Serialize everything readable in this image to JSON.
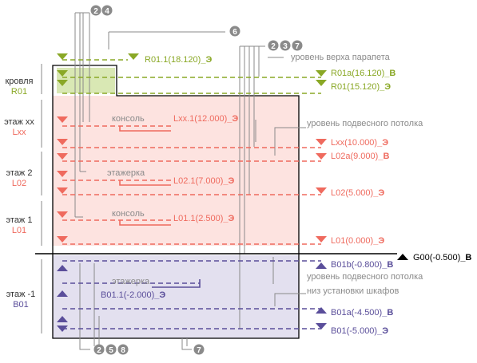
{
  "colors": {
    "green": "#8aa826",
    "red": "#ef6a5e",
    "purple": "#5a4e9a",
    "gray": "#8a8a8a",
    "green_fill": "#d9e8b4",
    "red_fill": "#fde3e0",
    "purple_fill": "#e3e0ef",
    "black": "#000000"
  },
  "floors": {
    "roof": {
      "name": "кровля",
      "code": "R01"
    },
    "xx": {
      "name": "этаж xx",
      "code": "Lxx"
    },
    "f2": {
      "name": "этаж 2",
      "code": "L02"
    },
    "f1": {
      "name": "этаж 1",
      "code": "L01"
    },
    "b1": {
      "name": "этаж -1",
      "code": "B01"
    }
  },
  "zones": {
    "console_upper": "консоль",
    "etajerka_mid": "этажерка",
    "console_lower": "консоль",
    "etajerka_basement": "этажерка"
  },
  "levels": {
    "r011": {
      "text": "R01.1(18.120)",
      "suffix": "_Э"
    },
    "r01a": {
      "text": "R01a(16.120)",
      "suffix": "_В"
    },
    "r01": {
      "text": "R01(15.120)",
      "suffix": "_Э"
    },
    "lxx1": {
      "text": "Lxx.1(12.000)",
      "suffix": "_Э"
    },
    "lxx": {
      "text": "Lxx(10.000)",
      "suffix": "_Э"
    },
    "l02a": {
      "text": "L02a(9.000)",
      "suffix": "_В"
    },
    "l021": {
      "text": "L02.1(7.000)",
      "suffix": "_Э"
    },
    "l02": {
      "text": "L02(5.000)",
      "suffix": "_Э"
    },
    "l011": {
      "text": "L01.1(2.500)",
      "suffix": "_Э"
    },
    "l01": {
      "text": "L01(0.000)",
      "suffix": "_Э"
    },
    "g00": {
      "text": "G00(-0.500)",
      "suffix": "_В"
    },
    "b01b": {
      "text": "B01b(-0.800)",
      "suffix": "_В"
    },
    "b011": {
      "text": "B01.1(-2.000)",
      "suffix": "_Э"
    },
    "b01a": {
      "text": "B01a(-4.500)",
      "suffix": "_В"
    },
    "b01": {
      "text": "B01(-5.000)",
      "suffix": "_Э"
    }
  },
  "notes": {
    "parapet": "уровень верха парапета",
    "ceiling_upper": "уровень подвесного потолка",
    "ceiling_lower": "уровень подвесного потолка",
    "cabinets": "низ установки шкафов"
  },
  "markers": {
    "top_a": [
      "2",
      "4"
    ],
    "top_b": [
      "6"
    ],
    "top_c": [
      "2",
      "3",
      "7"
    ],
    "bottom_a": [
      "2",
      "5",
      "8"
    ],
    "bottom_b": [
      "7"
    ]
  }
}
